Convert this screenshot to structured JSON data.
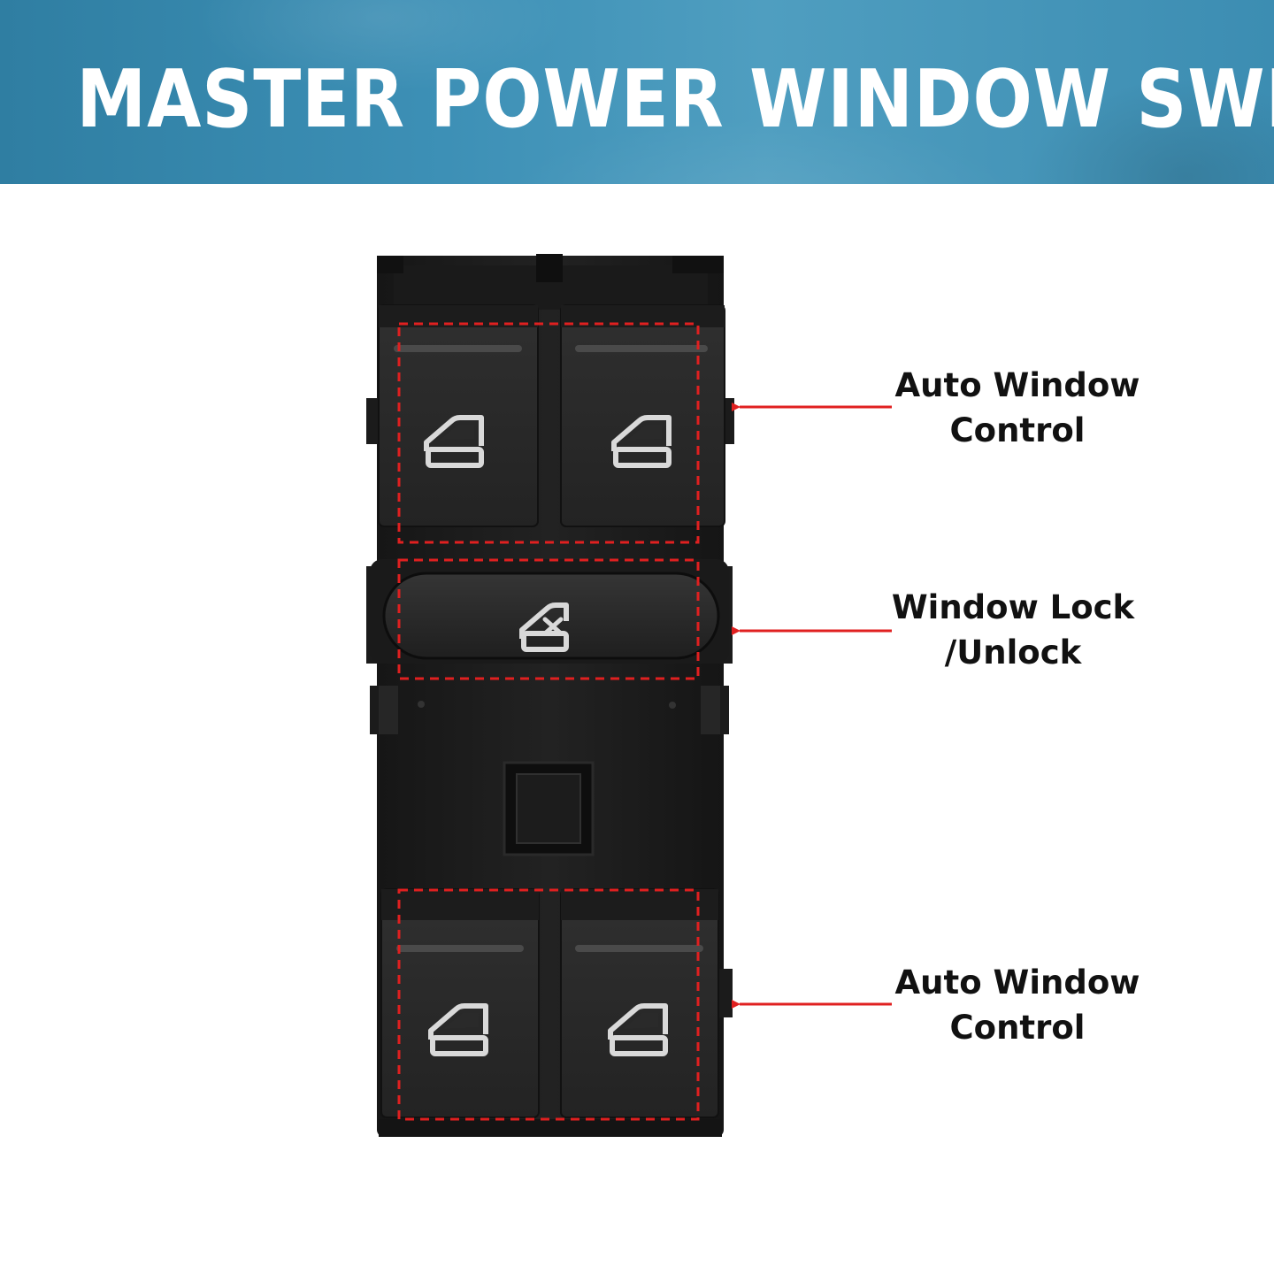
{
  "banner": {
    "title": "MASTER POWER WINDOW SWITCH",
    "background": "#3d90b6",
    "text_color": "#ffffff"
  },
  "product": {
    "body_color": "#1e1e1e",
    "icon_color": "#d9d9d9",
    "outline_color": "#e02020",
    "buttons": [
      {
        "name": "front-left-window-button",
        "icon": "window-icon"
      },
      {
        "name": "front-right-window-button",
        "icon": "window-icon"
      },
      {
        "name": "window-lock-button",
        "icon": "window-lock-icon"
      },
      {
        "name": "rear-left-window-button",
        "icon": "window-icon"
      },
      {
        "name": "rear-right-window-button",
        "icon": "window-icon"
      }
    ]
  },
  "callouts": [
    {
      "line1": "Auto Window",
      "line2": "Control"
    },
    {
      "line1": "Window Lock",
      "line2": "/Unlock"
    },
    {
      "line1": "Auto Window",
      "line2": "Control"
    }
  ],
  "arrow_color": "#e02020"
}
